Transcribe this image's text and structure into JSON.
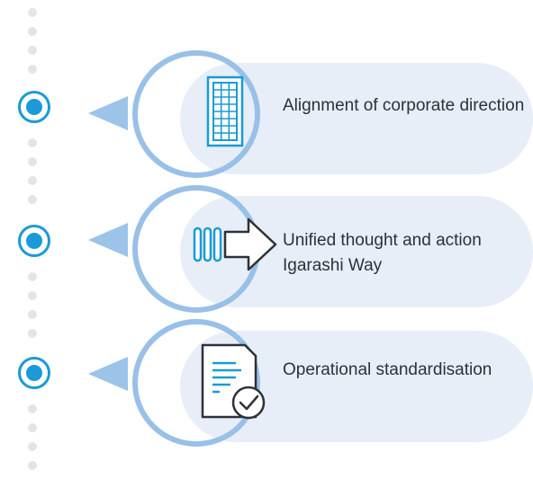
{
  "colors": {
    "accent": "#1a9ad6",
    "ring": "#99c0e7",
    "pill": "#e7eef8",
    "pointer": "#9cc3e8",
    "dot": "#e2e4e8",
    "icon": "#1a9ad6",
    "text": "#2d3138"
  },
  "steps": [
    {
      "label": "Alignment of corporate direction",
      "icon": "building-icon"
    },
    {
      "label": "Unified thought and action Igarashi Way",
      "icon": "arrow-right-icon"
    },
    {
      "label": "Operational standardisation",
      "icon": "document-check-icon"
    }
  ]
}
